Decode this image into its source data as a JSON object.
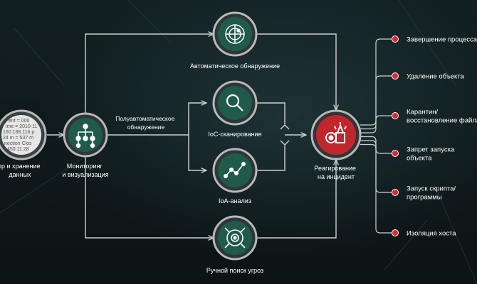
{
  "colors": {
    "background": "#0e1517",
    "node_fill": "#1f5a4a",
    "node_ring": "#b8b8b8",
    "alert_fill": "#c0262b",
    "connector": "#d0d0d0",
    "bullet": "#e3262d",
    "text": "#ffffff"
  },
  "nodes": {
    "collect": {
      "icon": "log-data-icon",
      "lines": [
        "ор и хранение",
        "данных"
      ],
      "log_lines": [
        "ent = 000",
        "ime = 2010-11",
        "160.188.116 p",
        "24 m = 537 m",
        "nection Clos",
        "450.11.28"
      ]
    },
    "monitor": {
      "icon": "hierarchy-icon",
      "lines": [
        "Мониторинг",
        "и визуализация"
      ]
    },
    "auto": {
      "icon": "radar-icon",
      "lines": [
        "Автоматическое обнаружение"
      ]
    },
    "ioc": {
      "icon": "magnifier-icon",
      "lines": [
        "IoC-сканирование"
      ]
    },
    "ioa": {
      "icon": "line-chart-icon",
      "lines": [
        "IoA-анализ"
      ]
    },
    "manual": {
      "icon": "target-hunt-icon",
      "lines": [
        "Ручной поиск угроз"
      ]
    },
    "response": {
      "icon": "alarm-icon",
      "lines": [
        "Реагирование",
        "на инцидент"
      ]
    }
  },
  "semi_auto_label": [
    "Полуавтоматическое",
    "обнаружение"
  ],
  "actions": [
    {
      "lines": [
        "Завершение процесса"
      ]
    },
    {
      "lines": [
        "Удаление объекта"
      ]
    },
    {
      "lines": [
        "Карантин/",
        "восстановление файла"
      ]
    },
    {
      "lines": [
        "Запрет запуска",
        "объекта"
      ]
    },
    {
      "lines": [
        "Запуск скрипта/",
        "программы"
      ]
    },
    {
      "lines": [
        "Изоляция хоста"
      ]
    }
  ]
}
